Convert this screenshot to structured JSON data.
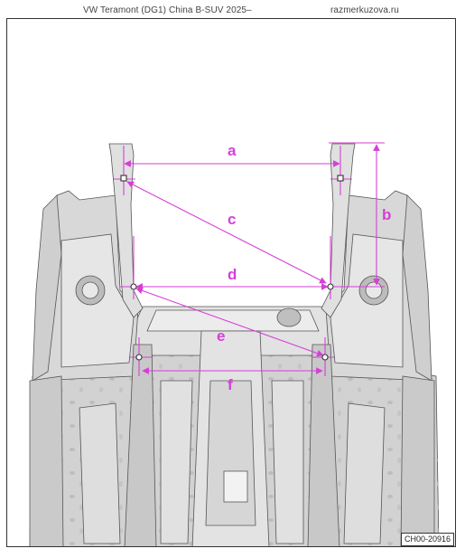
{
  "header": {
    "left": "VW Teramont (DG1) China B-SUV 2025–",
    "right": "razmerkuzova.ru"
  },
  "figure_code": "CH00-20916",
  "dimension_labels": {
    "a": "a",
    "b": "b",
    "c": "c",
    "d": "d",
    "e": "e",
    "f": "f"
  },
  "colors": {
    "dimension": "#d63fd6",
    "body_metal": "#d9d9d9",
    "outline": "#555555"
  }
}
